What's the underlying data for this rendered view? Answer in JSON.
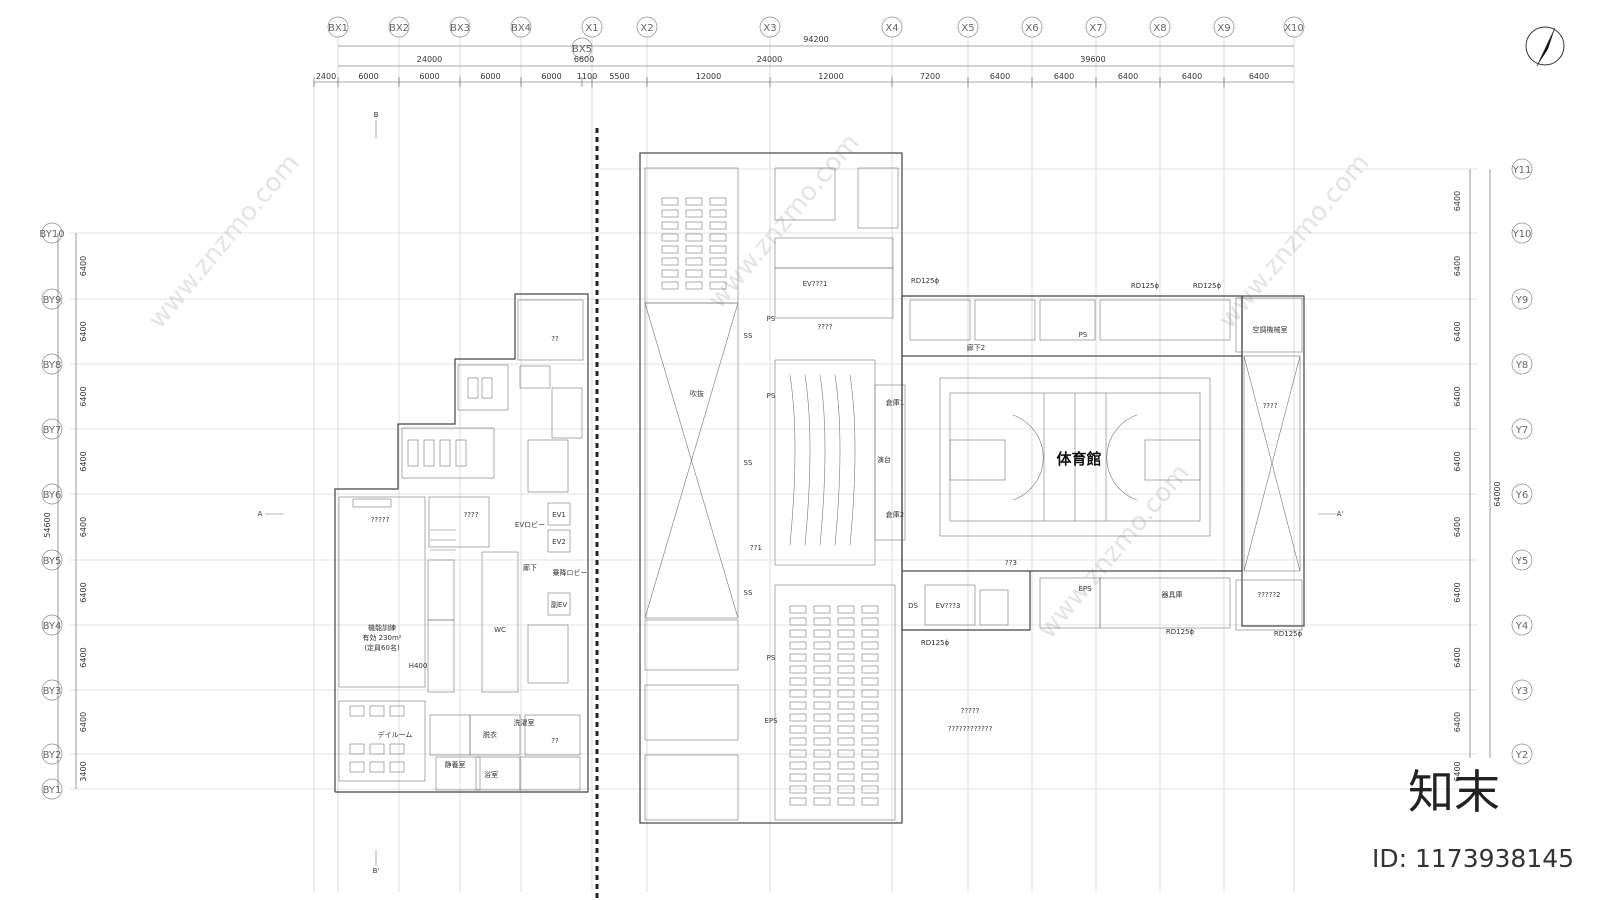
{
  "drawing": {
    "grid_x_labels": [
      "BX1",
      "BX2",
      "BX3",
      "BX4",
      "X1",
      "X2",
      "X3",
      "X4",
      "X5",
      "X6",
      "X7",
      "X8",
      "X9",
      "X10"
    ],
    "grid_x_extra": "BX5",
    "grid_y_left_labels": [
      "BY10",
      "BY9",
      "BY8",
      "BY7",
      "BY6",
      "BY5",
      "BY4",
      "BY3",
      "BY2",
      "BY1"
    ],
    "grid_y_right_labels": [
      "Y11",
      "Y10",
      "Y9",
      "Y8",
      "Y7",
      "Y6",
      "Y5",
      "Y4",
      "Y3",
      "Y2"
    ],
    "overall_width": "94200",
    "dims_row2": [
      "24000",
      "6600",
      "24000",
      "39600"
    ],
    "dims_row3": [
      "2400",
      "6000",
      "6000",
      "6000",
      "6000",
      "1100",
      "5500",
      "12000",
      "12000",
      "7200",
      "6400",
      "6400",
      "6400",
      "6400",
      "6400"
    ],
    "dims_left_vertical": [
      "6400",
      "6400",
      "6400",
      "6400",
      "6400",
      "6400",
      "6400",
      "6400",
      "3400"
    ],
    "dims_left_total": "54600",
    "dims_right_vertical": [
      "6400",
      "6400",
      "6400",
      "6400",
      "6400",
      "6400",
      "6400",
      "6400",
      "6400",
      "6400"
    ],
    "dims_right_total": "64000",
    "section_a": "A",
    "section_a_prime": "A'",
    "section_b": "B",
    "section_b_prime": "B'"
  },
  "rooms": {
    "gym": "体育館",
    "storage_gym": "器具庫",
    "machine_room": "空調機械室",
    "corridor2": "廊下2",
    "corridor": "廊下",
    "stage": "演台",
    "store1": "倉庫1",
    "store2": "倉庫2",
    "atrium": "吹抜",
    "ev_lobby": "EVロビー",
    "boarding_lobby": "乗降ロビー",
    "ev1": "EV1",
    "ev2": "EV2",
    "ev_sub": "副EV",
    "training": "機能訓練",
    "training_area": "有効 230m²",
    "training_cap": "(定員60名)",
    "day_room": "デイルーム",
    "changing": "脱衣",
    "laundry": "洗濯室",
    "bath": "浴室",
    "quiet_room": "静養室",
    "h400": "H400",
    "ps": "PS",
    "ss": "SS",
    "eps": "EPS",
    "ds": "DS",
    "wc": "WC",
    "ev_3": "EV???3",
    "ev_1": "EV???1",
    "q1": "??",
    "q2": "????",
    "q3": "?????",
    "q4": "?????2",
    "q5": "??3",
    "q6": "??1",
    "q7": "????????????",
    "rd": "RD125ϕ"
  },
  "watermark": {
    "logo": "知末",
    "id": "ID: 1173938145",
    "url_text": "www.znzmo.com"
  },
  "colors": {
    "line": "#444444",
    "grid": "#c8c8c8",
    "tag": "#888888"
  },
  "icons": {
    "north": "north-arrow-icon"
  }
}
